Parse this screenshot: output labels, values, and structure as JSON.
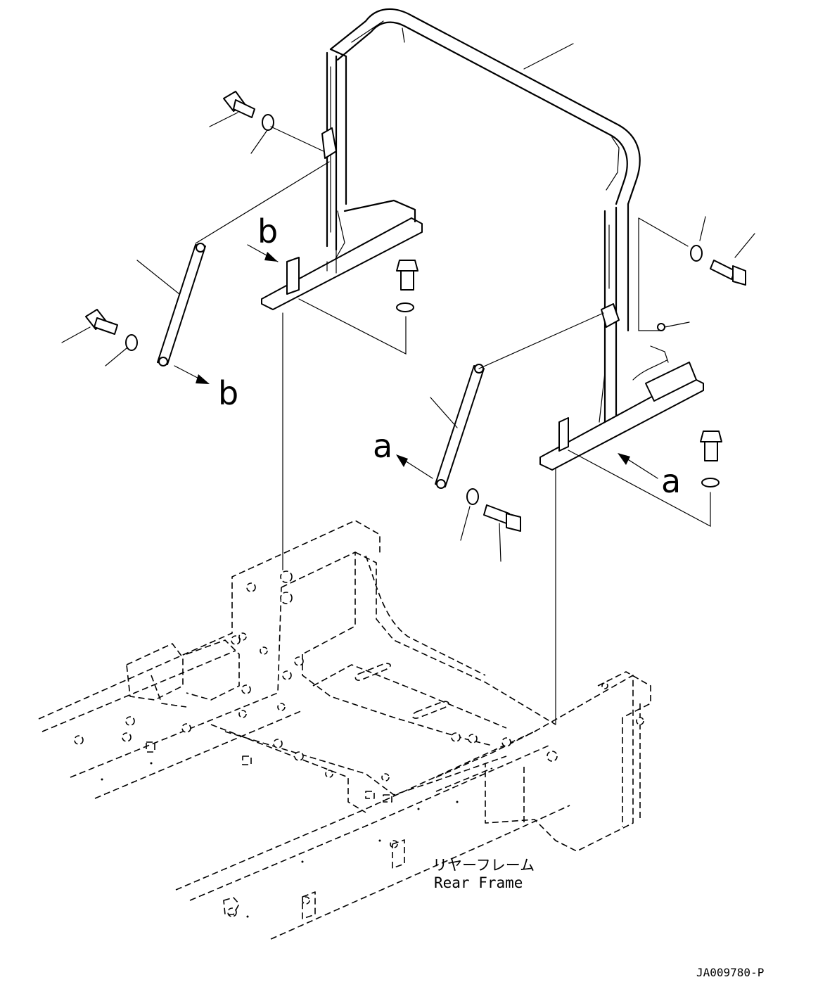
{
  "diagram": {
    "marker_a": "a",
    "marker_b": "b",
    "frame_label_jp": "リヤーフレーム",
    "frame_label_en": "Rear Frame",
    "drawing_code": "JA009780-P"
  }
}
